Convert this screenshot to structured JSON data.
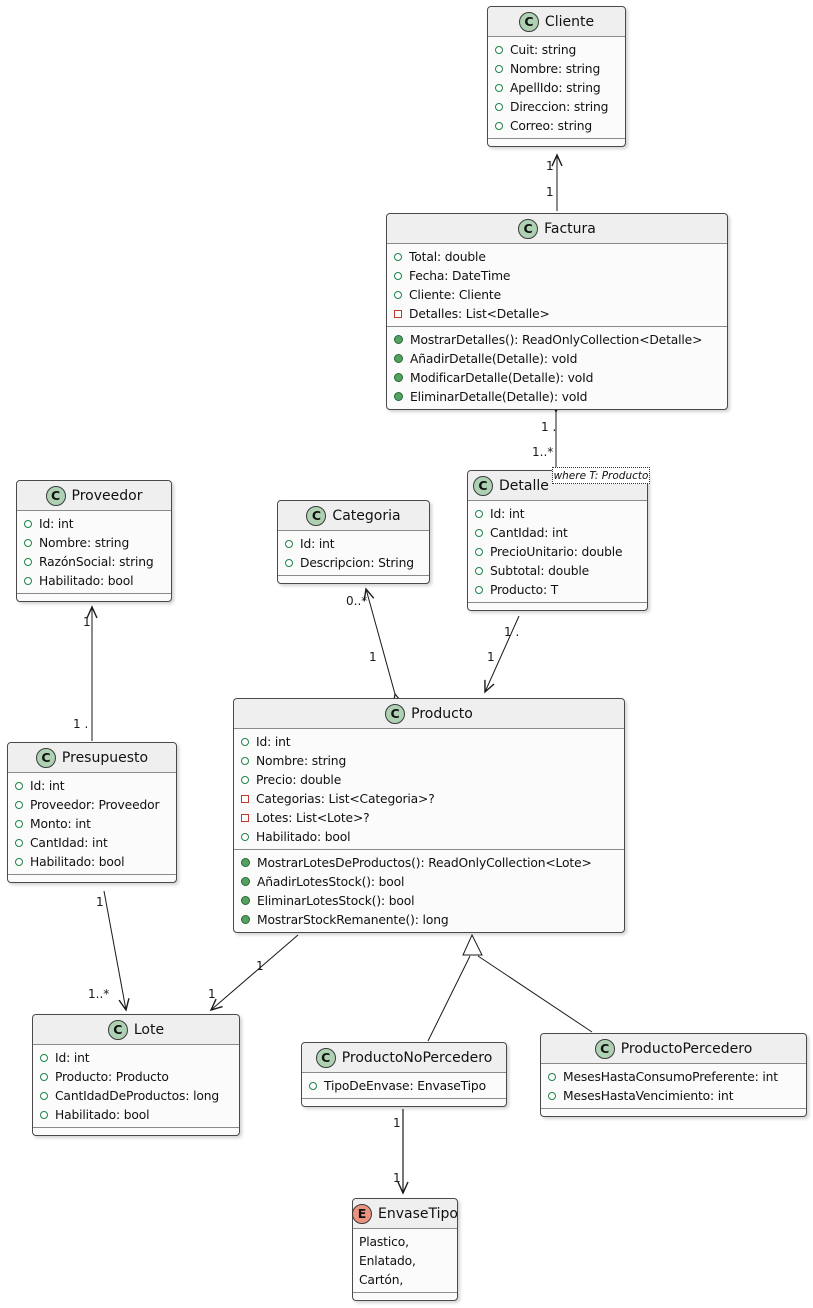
{
  "diagram_type": "uml-class-diagram",
  "colors": {
    "class_badge": "#ADD1B2",
    "enum_badge": "#EB937F",
    "box_border": "#4a4a4a",
    "box_header_bg": "#efefef",
    "box_body_bg": "#fbfbfb",
    "line": "#1a1a1a",
    "field_public_icon": "#1E8449",
    "field_private_icon": "#C0392B",
    "method_public_icon": "#55A161"
  },
  "note": {
    "text": "where T: Producto"
  },
  "classes": [
    {
      "id": "cliente",
      "badge": "C",
      "name": "Cliente",
      "fields": [
        {
          "icon": "field-public",
          "text": "Cuit: string"
        },
        {
          "icon": "field-public",
          "text": "Nombre: string"
        },
        {
          "icon": "field-public",
          "text": "ApellIdo: string"
        },
        {
          "icon": "field-public",
          "text": "Direccion: string"
        },
        {
          "icon": "field-public",
          "text": "Correo: string"
        }
      ],
      "methods": []
    },
    {
      "id": "factura",
      "badge": "C",
      "name": "Factura",
      "fields": [
        {
          "icon": "field-public",
          "text": "Total: double"
        },
        {
          "icon": "field-public",
          "text": "Fecha: DateTime"
        },
        {
          "icon": "field-public",
          "text": "Cliente: Cliente"
        },
        {
          "icon": "field-private",
          "text": "Detalles: List<Detalle>"
        }
      ],
      "methods": [
        {
          "icon": "method-public",
          "text": "MostrarDetalles(): ReadOnlyCollection<Detalle>"
        },
        {
          "icon": "method-public",
          "text": "AñadirDetalle(Detalle): voId"
        },
        {
          "icon": "method-public",
          "text": "ModificarDetalle(Detalle): voId"
        },
        {
          "icon": "method-public",
          "text": "EliminarDetalle(Detalle): voId"
        }
      ]
    },
    {
      "id": "proveedor",
      "badge": "C",
      "name": "Proveedor",
      "fields": [
        {
          "icon": "field-public",
          "text": "Id: int"
        },
        {
          "icon": "field-public",
          "text": "Nombre: string"
        },
        {
          "icon": "field-public",
          "text": "RazónSocial: string"
        },
        {
          "icon": "field-public",
          "text": "Habilitado: bool"
        }
      ],
      "methods": []
    },
    {
      "id": "categoria",
      "badge": "C",
      "name": "Categoria",
      "fields": [
        {
          "icon": "field-public",
          "text": "Id: int"
        },
        {
          "icon": "field-public",
          "text": "Descripcion: String"
        }
      ],
      "methods": []
    },
    {
      "id": "detalle",
      "badge": "C",
      "name": "Detalle",
      "fields": [
        {
          "icon": "field-public",
          "text": "Id: int"
        },
        {
          "icon": "field-public",
          "text": "CantIdad: int"
        },
        {
          "icon": "field-public",
          "text": "PrecioUnitario: double"
        },
        {
          "icon": "field-public",
          "text": "Subtotal: double"
        },
        {
          "icon": "field-public",
          "text": "Producto: T"
        }
      ],
      "methods": []
    },
    {
      "id": "presupuesto",
      "badge": "C",
      "name": "Presupuesto",
      "fields": [
        {
          "icon": "field-public",
          "text": "Id: int"
        },
        {
          "icon": "field-public",
          "text": "Proveedor: Proveedor"
        },
        {
          "icon": "field-public",
          "text": "Monto: int"
        },
        {
          "icon": "field-public",
          "text": "CantIdad: int"
        },
        {
          "icon": "field-public",
          "text": "Habilitado: bool"
        }
      ],
      "methods": []
    },
    {
      "id": "producto",
      "badge": "C",
      "name": "Producto",
      "fields": [
        {
          "icon": "field-public",
          "text": "Id: int"
        },
        {
          "icon": "field-public",
          "text": "Nombre: string"
        },
        {
          "icon": "field-public",
          "text": "Precio: double"
        },
        {
          "icon": "field-private",
          "text": "Categorias: List<Categoria>?"
        },
        {
          "icon": "field-private",
          "text": "Lotes: List<Lote>?"
        },
        {
          "icon": "field-public",
          "text": "Habilitado: bool"
        }
      ],
      "methods": [
        {
          "icon": "method-public",
          "text": "MostrarLotesDeProductos(): ReadOnlyCollection<Lote>"
        },
        {
          "icon": "method-public",
          "text": "AñadirLotesStock(): bool"
        },
        {
          "icon": "method-public",
          "text": "EliminarLotesStock(): bool"
        },
        {
          "icon": "method-public",
          "text": "MostrarStockRemanente(): long"
        }
      ]
    },
    {
      "id": "lote",
      "badge": "C",
      "name": "Lote",
      "fields": [
        {
          "icon": "field-public",
          "text": "Id: int"
        },
        {
          "icon": "field-public",
          "text": "Producto: Producto"
        },
        {
          "icon": "field-public",
          "text": "CantIdadDeProductos: long"
        },
        {
          "icon": "field-public",
          "text": "Habilitado: bool"
        }
      ],
      "methods": []
    },
    {
      "id": "productonopercedero",
      "badge": "C",
      "name": "ProductoNoPercedero",
      "fields": [
        {
          "icon": "field-public",
          "text": "TipoDeEnvase: EnvaseTipo"
        }
      ],
      "methods": []
    },
    {
      "id": "productopercedero",
      "badge": "C",
      "name": "ProductoPercedero",
      "fields": [
        {
          "icon": "field-public",
          "text": "MesesHastaConsumoPreferente: int"
        },
        {
          "icon": "field-public",
          "text": "MesesHastaVencimiento: int"
        }
      ],
      "methods": []
    },
    {
      "id": "envasetipo",
      "badge": "E",
      "name": "EnvaseTipo",
      "fields": [
        {
          "icon": "none",
          "text": "Plastico,"
        },
        {
          "icon": "none",
          "text": "Enlatado,"
        },
        {
          "icon": "none",
          "text": "Cartón,"
        }
      ],
      "methods": []
    }
  ],
  "relationships": [
    {
      "from": "Factura",
      "to": "Cliente",
      "kind": "association-arrow",
      "from_label": "1",
      "to_label": "1"
    },
    {
      "from": "Factura",
      "to": "Detalle",
      "kind": "composition",
      "from_label": "1 .",
      "to_label": "1..*"
    },
    {
      "from": "Detalle",
      "to": "Producto",
      "kind": "association-arrow",
      "from_label": "1 .",
      "to_label": "1"
    },
    {
      "from": "Producto",
      "to": "Categoria",
      "kind": "aggregation-arrow",
      "from_label": "1",
      "to_label": "0..*"
    },
    {
      "from": "Presupuesto",
      "to": "Proveedor",
      "kind": "association-arrow",
      "from_label": "1 .",
      "to_label": "1"
    },
    {
      "from": "Presupuesto",
      "to": "Lote",
      "kind": "association-arrow",
      "from_label": "1",
      "to_label": "1..*"
    },
    {
      "from": "Producto",
      "to": "Lote",
      "kind": "association-arrow",
      "from_label": "1",
      "to_label": "1"
    },
    {
      "from": "ProductoNoPercedero",
      "to": "Producto",
      "kind": "generalization"
    },
    {
      "from": "ProductoPercedero",
      "to": "Producto",
      "kind": "generalization"
    },
    {
      "from": "ProductoNoPercedero",
      "to": "EnvaseTipo",
      "kind": "association-arrow",
      "from_label": "1",
      "to_label": "1"
    }
  ],
  "multiplicities": {
    "factura_cliente_1": "1",
    "factura_cliente_2": "1",
    "factura_detalle_1": "1 .",
    "factura_detalle_2": "1..*",
    "detalle_producto_1": "1 .",
    "detalle_producto_2": "1",
    "producto_categoria_1": "0..*",
    "producto_categoria_2": "1",
    "presupuesto_proveedor_1": "1",
    "presupuesto_proveedor_2": "1 .",
    "presupuesto_lote_1": "1",
    "presupuesto_lote_2": "1..*",
    "producto_lote_1": "1",
    "producto_lote_2": "1",
    "nopercedero_envase_1": "1",
    "nopercedero_envase_2": "1"
  }
}
